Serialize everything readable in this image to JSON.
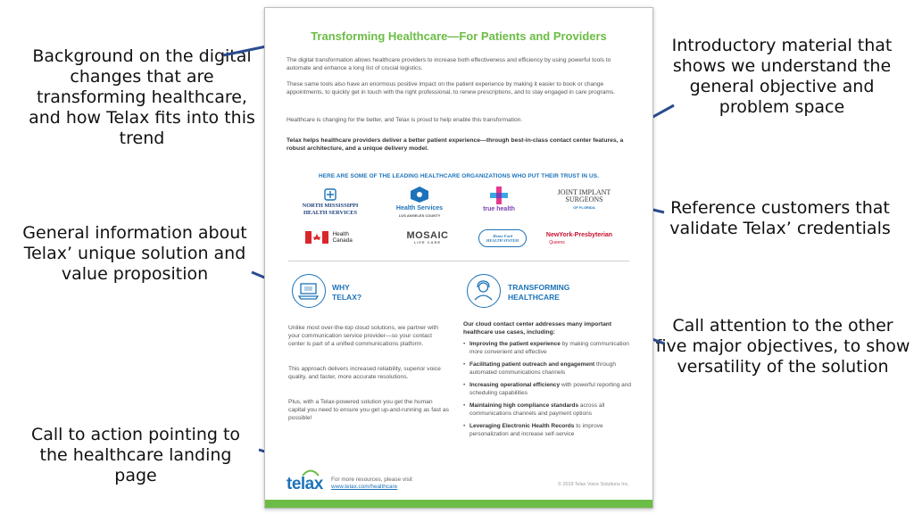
{
  "annotations": [
    "Background on the digital changes that are transforming healthcare, and how Telax fits into this trend",
    "Introductory material that shows we understand the general objective and problem space",
    "General information about Telax’ unique solution and value proposition",
    "Reference customers that validate Telax’ credentials",
    "Call attention to the other five major objectives, to show versatility of the solution",
    "Call to action pointing to the healthcare landing page"
  ],
  "doc": {
    "title": "Transforming Healthcare—For Patients and Providers",
    "paragraphs": [
      "The digital transformation allows healthcare providers to increase both effectiveness and efficiency by using powerful tools to automate and enhance a long list of crucial logistics.",
      "These same tools also have an enormous positive impact on the patient experience by making it easier to book or change appointments, to quickly get in touch with the right professional, to renew prescriptions, and to stay engaged in care programs.",
      "Healthcare is changing for the better, and Telax is proud to help enable this transformation.",
      "Telax helps healthcare providers deliver a better patient experience—through best-in-class contact center features, a robust architecture, and a unique delivery model."
    ],
    "orgs_heading": "HERE ARE SOME OF THE LEADING HEALTHCARE ORGANIZATIONS WHO PUT THEIR TRUST IN US.",
    "logos": {
      "nmhs": "NORTH MISSISSIPPI HEALTH SERVICES",
      "la_health": "Health Services",
      "la_sub": "LOS ANGELES COUNTY",
      "true_health": "true health",
      "joint": "JOINT IMPLANT SURGEONS",
      "joint_sub": "OF FLORIDA",
      "health_canada": "Health Canada",
      "mosaic": "MOSAIC",
      "mosaic_sub": "LIFE CARE",
      "henry_ford": "Henry Ford HEALTH SYSTEM",
      "nyp": "NewYork-Presbyterian",
      "nyp_sub": "Queens"
    },
    "why": {
      "heading_1": "WHY",
      "heading_2": "TELAX?",
      "p1": "Unlike most over-the-top cloud solutions, we partner with your communication service provider—so your contact center is part of a unified communications platform.",
      "p2": "This approach delivers increased reliability, superior voice quality, and faster, more accurate resolutions.",
      "p3": "Plus, with a Telax-powered solution you get the human capital you need to ensure you get up-and-running as fast as possible!"
    },
    "transforming": {
      "heading_1": "TRANSFORMING",
      "heading_2": "HEALTHCARE",
      "intro": "Our cloud contact center addresses many important healthcare use cases, including:",
      "bullets": [
        {
          "b": "Improving the patient experience",
          "t": " by making communication more convenient and effective"
        },
        {
          "b": "Facilitating patient outreach and engagement",
          "t": " through automated communications channels"
        },
        {
          "b": "Increasing operational efficiency",
          "t": " with powerful reporting and scheduling capabilities"
        },
        {
          "b": "Maintaining high compliance standards",
          "t": " across all communications channels and payment options"
        },
        {
          "b": "Leveraging Electronic Health Records",
          "t": " to improve personalization and increase self-service"
        }
      ]
    },
    "footer": {
      "brand": "telax",
      "visit": "For more resources, please visit",
      "link": "www.telax.com/healthcare",
      "copyright": "© 2019 Telax Voice Solutions Inc."
    }
  },
  "colors": {
    "green": "#6cbd45",
    "blue": "#1d73b9",
    "arrow": "#2a4d8f"
  }
}
